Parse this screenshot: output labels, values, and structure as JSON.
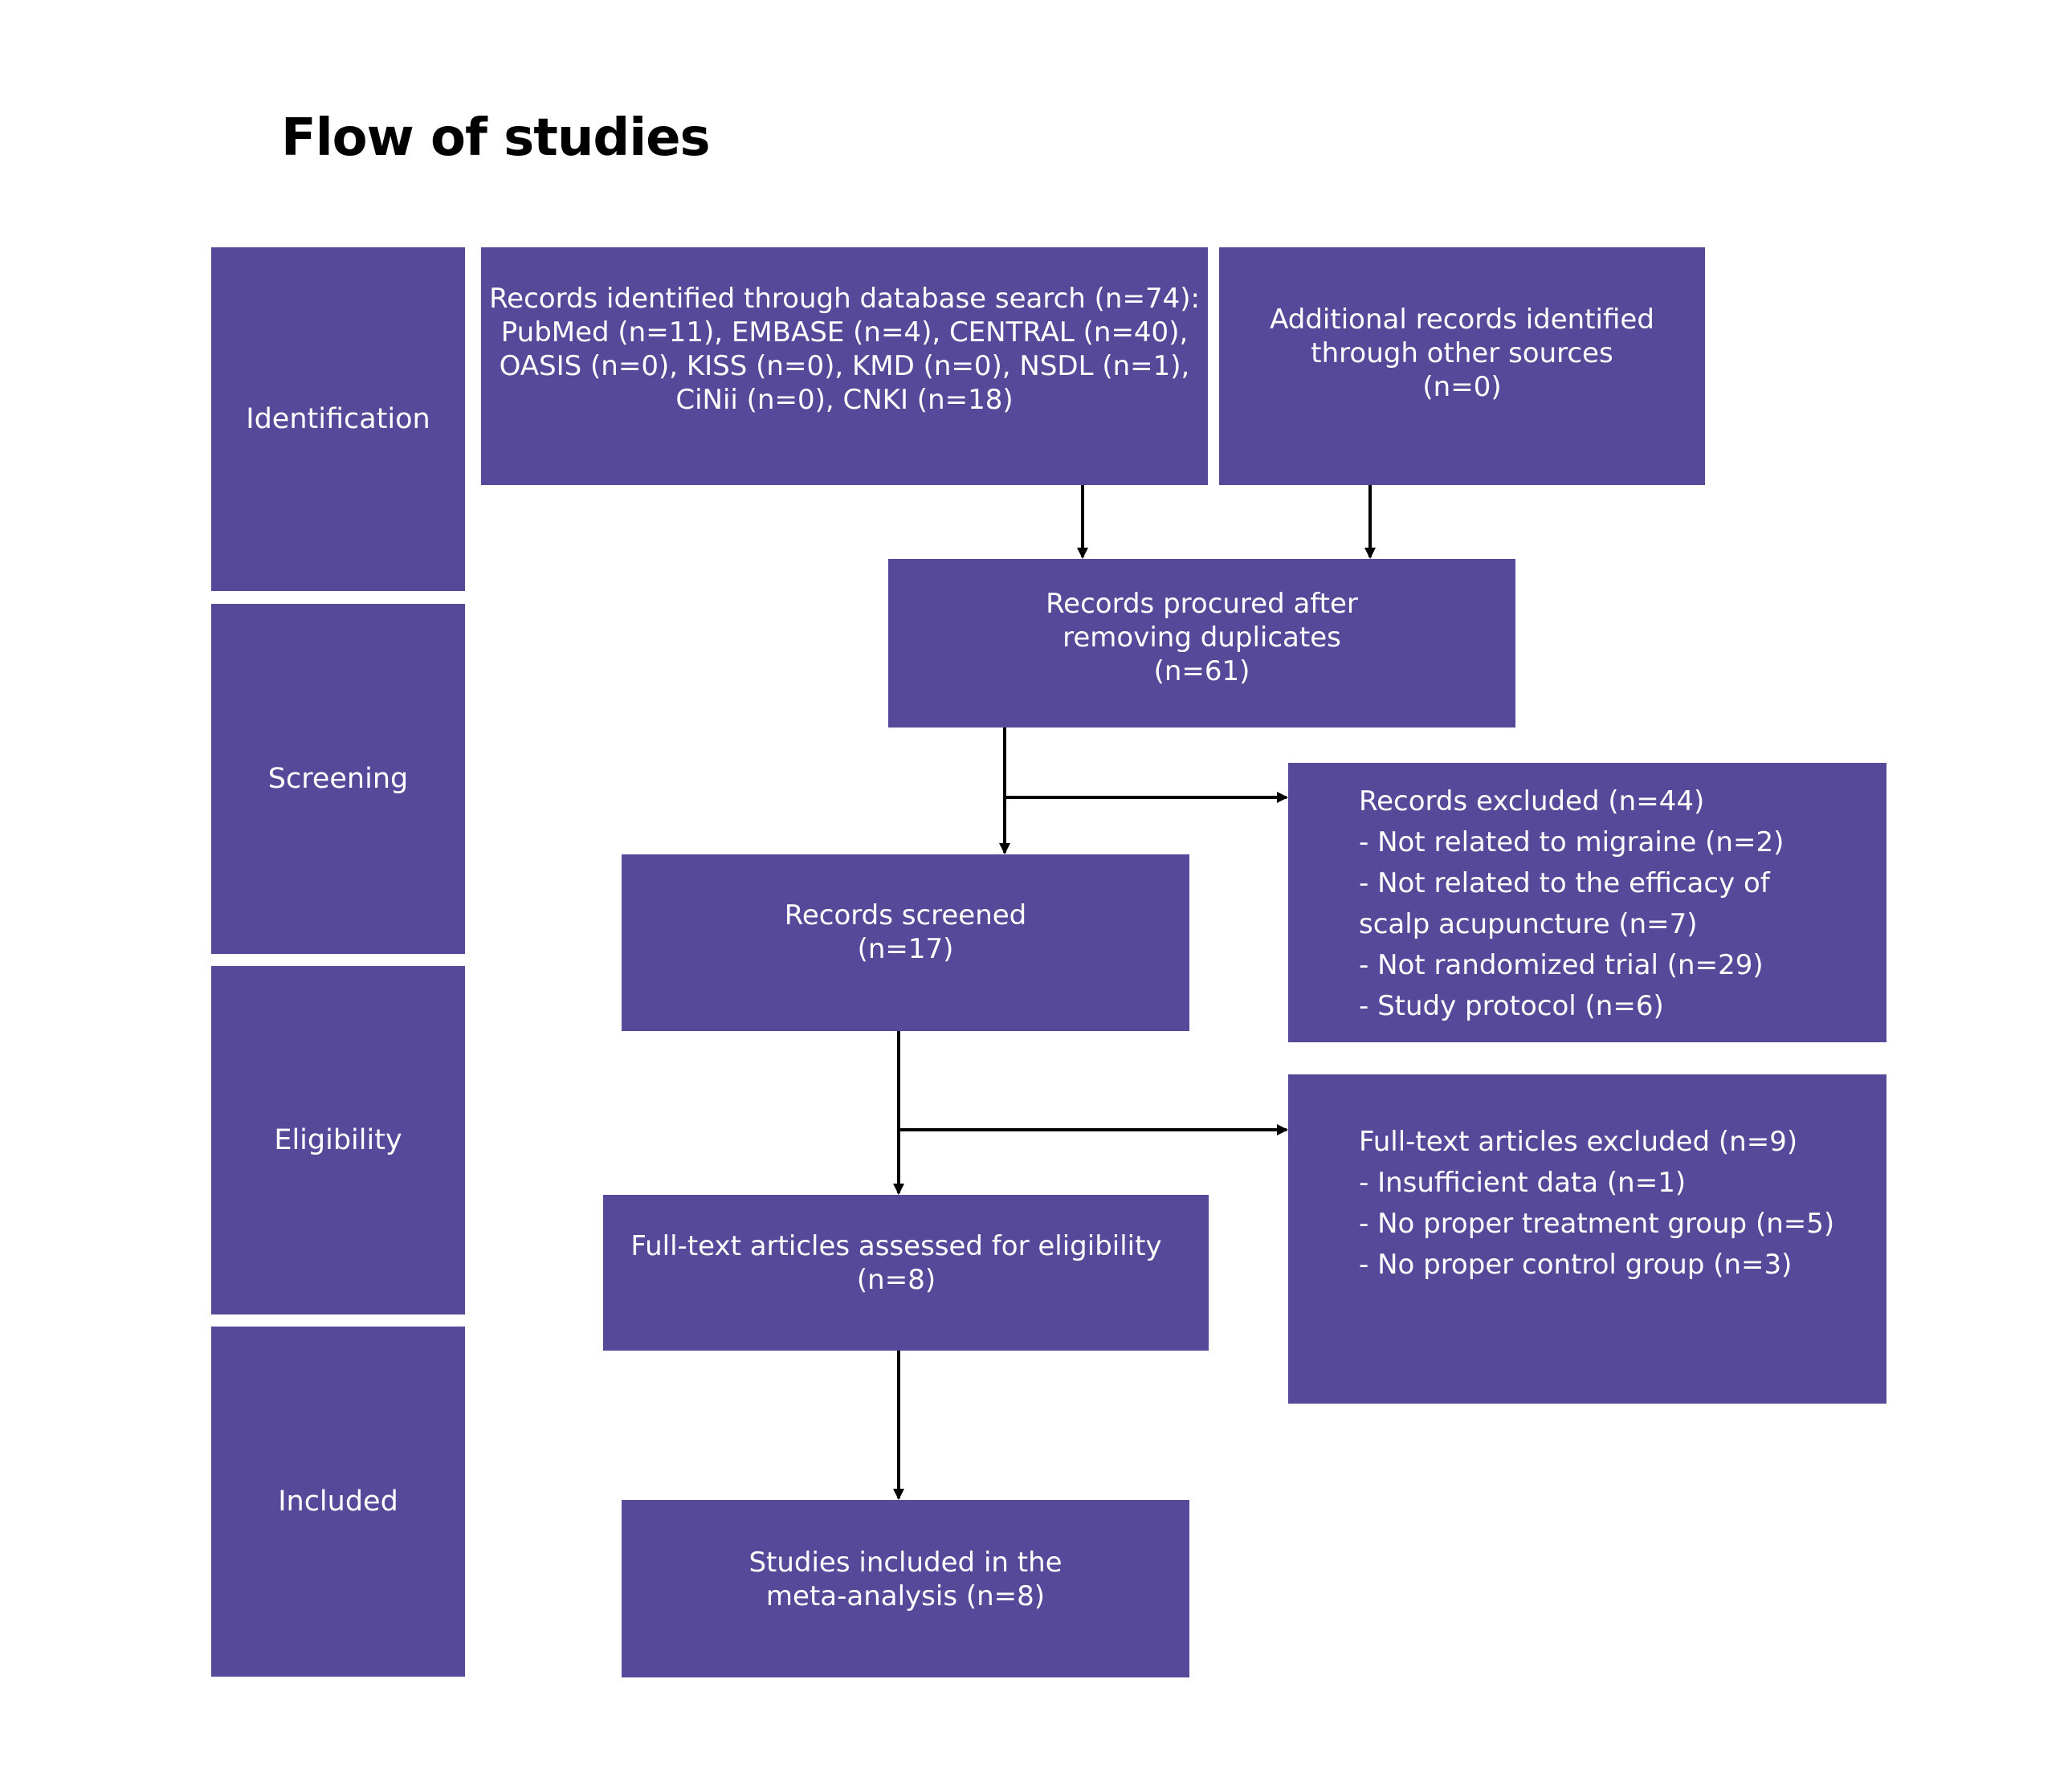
{
  "title": "Flow of studies",
  "colors": {
    "box_fill": "#56499a",
    "box_text": "#ffffff",
    "arrow": "#000000",
    "title": "#000000"
  },
  "stages": {
    "identification": "Identification",
    "screening": "Screening",
    "eligibility": "Eligibility",
    "included": "Included"
  },
  "boxes": {
    "database_search": {
      "lines": [
        "Records identified through database search (n=74):",
        "PubMed (n=11), EMBASE (n=4), CENTRAL (n=40),",
        "OASIS (n=0), KISS (n=0), KMD (n=0), NSDL (n=1),",
        "CiNii (n=0), CNKI (n=18)"
      ]
    },
    "other_sources": {
      "lines": [
        "Additional records identified",
        "through other sources",
        "(n=0)"
      ]
    },
    "after_duplicates": {
      "lines": [
        "Records procured after",
        "removing duplicates",
        "(n=61)"
      ]
    },
    "records_excluded": {
      "lines": [
        "Records excluded (n=44)",
        "- Not related to migraine (n=2)",
        "- Not related to the efficacy of",
        " scalp acupuncture (n=7)",
        "- Not randomized trial (n=29)",
        "- Study protocol (n=6)"
      ]
    },
    "records_screened": {
      "lines": [
        "Records screened",
        "(n=17)"
      ]
    },
    "fulltext_excluded": {
      "lines": [
        "Full-text articles excluded (n=9)",
        "- Insufficient data (n=1)",
        "- No proper treatment group (n=5)",
        "- No proper control group (n=3)"
      ]
    },
    "fulltext_assessed": {
      "lines": [
        "Full-text articles assessed for eligibility",
        "(n=8)"
      ]
    },
    "included": {
      "lines": [
        "Studies included in the",
        "meta-analysis (n=8)"
      ]
    }
  }
}
